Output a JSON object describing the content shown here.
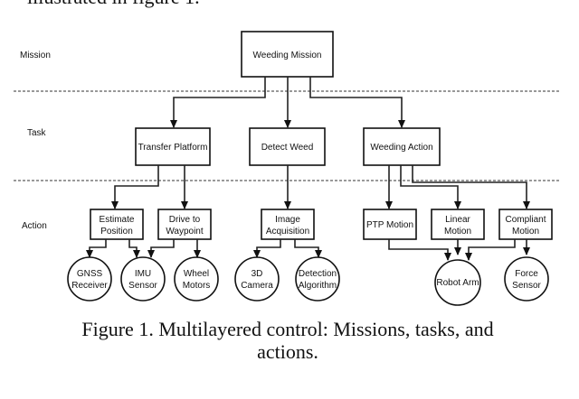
{
  "body_text_top": "illustrated in figure 1.",
  "layers": {
    "mission": "Mission",
    "task": "Task",
    "action": "Action"
  },
  "mission": "Weeding Mission",
  "tasks": [
    "Transfer Platform",
    "Detect Weed",
    "Weeding Action"
  ],
  "actions": [
    [
      "Estimate",
      "Position"
    ],
    [
      "Drive to",
      "Waypoint"
    ],
    [
      "Image",
      "Acquisition"
    ],
    [
      "PTP Motion"
    ],
    [
      "Linear",
      "Motion"
    ],
    [
      "Compliant",
      "Motion"
    ]
  ],
  "resources": [
    [
      "GNSS",
      "Receiver"
    ],
    [
      "IMU",
      "Sensor"
    ],
    [
      "Wheel",
      "Motors"
    ],
    [
      "3D",
      "Camera"
    ],
    [
      "Detection",
      "Algorithm"
    ],
    [
      "Robot Arm"
    ],
    [
      "Force",
      "Sensor"
    ]
  ],
  "caption": [
    "Figure 1. Multilayered control: Missions, tasks, and",
    "actions."
  ]
}
